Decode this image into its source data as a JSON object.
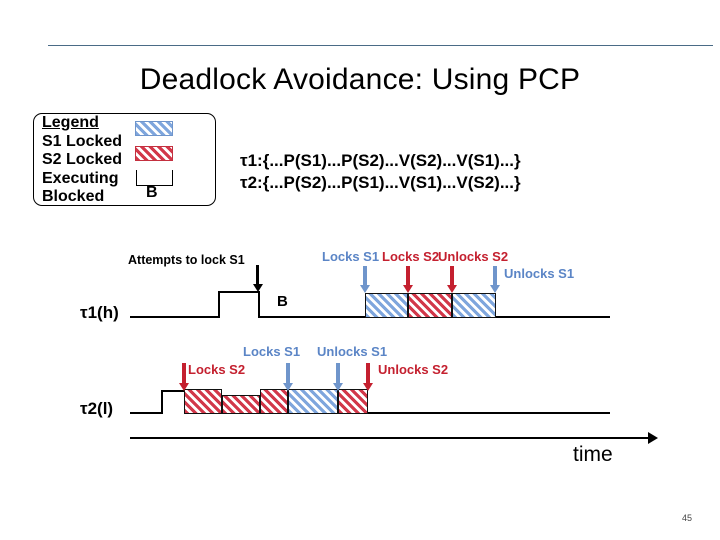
{
  "slide": {
    "title": "Deadlock Avoidance: Using PCP",
    "page_number": "45",
    "time_axis_label": "time"
  },
  "legend": {
    "heading": "Legend",
    "rows": [
      "S1 Locked",
      "S2 Locked",
      "Executing",
      "Blocked"
    ],
    "blocked_marker": "B",
    "swatches": [
      {
        "name": "s1-locked-swatch",
        "color": "#7fa6dd"
      },
      {
        "name": "s2-locked-swatch",
        "color": "#d2384a"
      },
      {
        "name": "executing-swatch",
        "color": "#000000"
      }
    ]
  },
  "tasks": {
    "tau1_code": "τ1:{...P(S1)...P(S2)...V(S2)...V(S1)...}",
    "tau2_code": "τ2:{...P(S2)...P(S1)...V(S1)...V(S2)...}"
  },
  "timeline1": {
    "label": "τ1(h)",
    "blocked_label": "B",
    "annotations": [
      {
        "text": "Attempts to lock S1",
        "color": "black"
      },
      {
        "text": "Locks S1",
        "color": "#5b85c6"
      },
      {
        "text": "Locks S2",
        "color": "#c4202f"
      },
      {
        "text": "Unlocks S2",
        "color": "#c4202f"
      },
      {
        "text": "Unlocks S1",
        "color": "#5b85c6"
      }
    ],
    "segments": [
      {
        "type": "idle"
      },
      {
        "type": "executing"
      },
      {
        "type": "blocked"
      },
      {
        "type": "s1-locked"
      },
      {
        "type": "s2-locked"
      },
      {
        "type": "s1-locked"
      },
      {
        "type": "idle"
      }
    ]
  },
  "timeline2": {
    "label": "τ2(l)",
    "annotations": [
      {
        "text": "Locks S2",
        "color": "#c4202f"
      },
      {
        "text": "Locks S1",
        "color": "#5b85c6"
      },
      {
        "text": "Unlocks S1",
        "color": "#5b85c6"
      },
      {
        "text": "Unlocks S2",
        "color": "#c4202f"
      }
    ],
    "segments": [
      {
        "type": "idle"
      },
      {
        "type": "executing"
      },
      {
        "type": "s2-locked"
      },
      {
        "type": "s2-locked-preempted"
      },
      {
        "type": "s2-locked"
      },
      {
        "type": "s1-locked"
      },
      {
        "type": "s2-locked"
      },
      {
        "type": "idle"
      }
    ]
  },
  "colors": {
    "rule": "#4a6b86",
    "blue": "#7fa6dd",
    "blue_text": "#5b85c6",
    "red": "#d2384a",
    "red_text": "#c4202f",
    "black": "#000000"
  }
}
